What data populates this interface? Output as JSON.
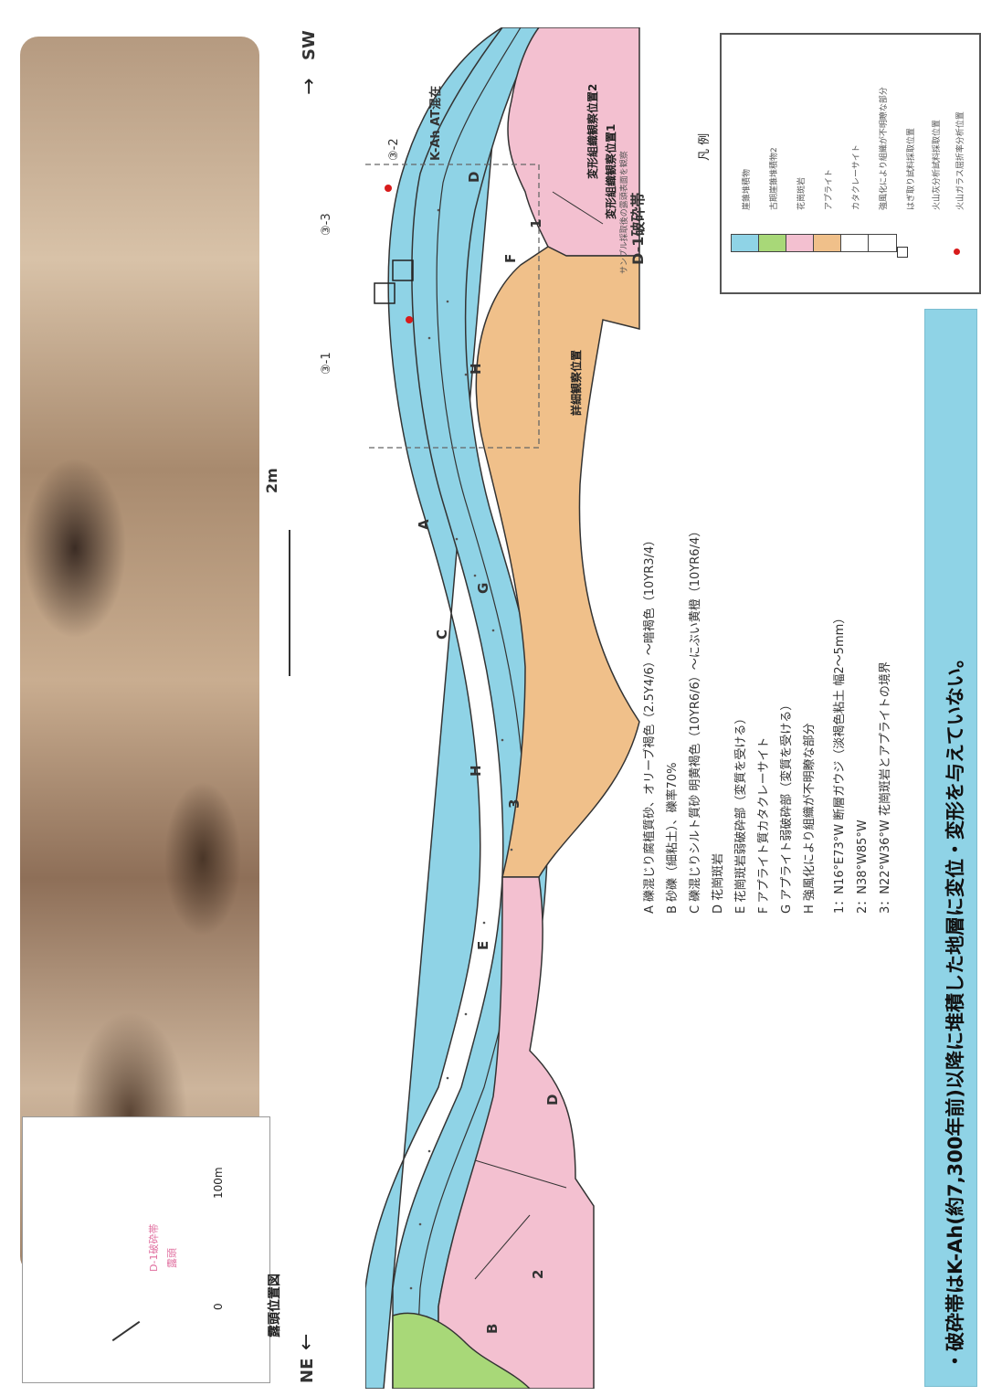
{
  "directions": {
    "ne": "NE",
    "sw": "SW"
  },
  "scale": {
    "label": "2m"
  },
  "units": {
    "A": "A",
    "B": "B",
    "C": "C",
    "D1": "D",
    "D2": "D",
    "E": "E",
    "F": "F",
    "G": "G",
    "H1": "H",
    "H2": "H"
  },
  "fault_numbers": {
    "n1": "1",
    "n2": "2",
    "n3": "3"
  },
  "section_tags": {
    "kah_at": "K-Ah AT混在",
    "s32": "③-2",
    "s33": "③-3",
    "s31": "③-1",
    "d1": "D-1破砕帯"
  },
  "annotations": {
    "obs1": "変形組織観察位置1",
    "obs2": "変形組織観察位置2",
    "obs1_note": "サンプル採取後の露頭表面を観察",
    "detail": "詳細観察位置"
  },
  "descriptions": [
    {
      "id": "A",
      "text": "A 礫混じり腐植質砂、オリーブ褐色（2.5Y4/6）～暗褐色（10YR3/4）"
    },
    {
      "id": "B",
      "text": "B 砂礫（細粘土）、礫率70%"
    },
    {
      "id": "C",
      "text": "C 礫混じりシルト質砂 明黄褐色（10YR6/6）～にぶい黄橙（10YR6/4）"
    },
    {
      "id": "D",
      "text": "D 花崗斑岩"
    },
    {
      "id": "E",
      "text": "E 花崗斑岩弱破砕部（変質を受ける）"
    },
    {
      "id": "F",
      "text": "F アプライト質カタクレーサイト"
    },
    {
      "id": "G",
      "text": "G アプライト弱破砕部（変質を受ける）"
    },
    {
      "id": "H",
      "text": "H 強風化により組織が不明瞭な部分"
    },
    {
      "id": "1",
      "text": "1：N16°E73°W 断層ガウジ（淡褐色粘土 幅2～5mm）"
    },
    {
      "id": "2",
      "text": "2：N38°W85°W"
    },
    {
      "id": "3",
      "text": "3：N22°W36°W 花崗斑岩とアプライトの境界"
    }
  ],
  "legend": {
    "title": "凡 例",
    "items": [
      {
        "label": "崖錐堆積物",
        "color": "#8fd3e6"
      },
      {
        "label": "古期崖錐堆積物2",
        "color": "#a8d878"
      },
      {
        "label": "花崗斑岩",
        "color": "#f3c0d0"
      },
      {
        "label": "アプライト",
        "color": "#f0c08a"
      },
      {
        "label": "カタクレーサイト",
        "color": "#ffffff"
      },
      {
        "label": "強風化により組織が不明瞭な部分",
        "color": "#ffffff"
      }
    ],
    "symbols": [
      {
        "label": "はぎ取り試料採取位置"
      },
      {
        "label": "火山灰分析試料採取位置"
      },
      {
        "label": "火山ガラス屈折率分析位置"
      }
    ]
  },
  "location_map": {
    "title": "露頭位置図",
    "scale_zero": "0",
    "scale_end": "100m",
    "site": "D-1破砕帯",
    "site2": "露頭"
  },
  "banner": {
    "text": "・破砕帯はK-Ah(約7,300年前)以降に堆積した地層に変位・変形を与えていない。"
  },
  "colors": {
    "blue": "#8fd3e6",
    "pink": "#f3c0d0",
    "orange": "#f0c08a",
    "green": "#a8d878",
    "red": "#d81b1b"
  }
}
